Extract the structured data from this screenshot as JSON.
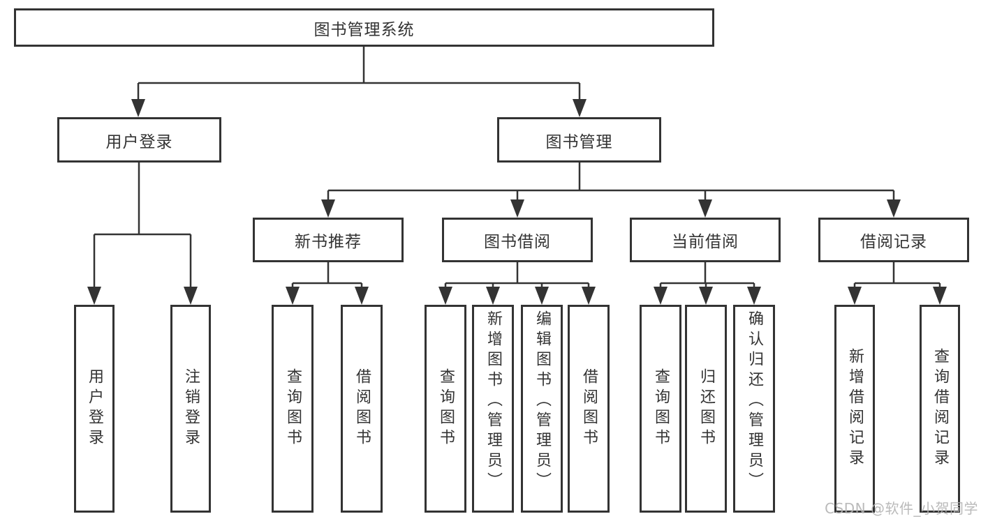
{
  "diagram": {
    "root": {
      "label": "图书管理系统"
    },
    "user_login": {
      "label": "用户登录",
      "children": {
        "login": "用户登录",
        "logout": "注销登录"
      }
    },
    "book_mgmt": {
      "label": "图书管理"
    },
    "new_book": {
      "label": "新书推荐",
      "children": {
        "query": "查询图书",
        "borrow": "借阅图书"
      }
    },
    "borrow": {
      "label": "图书借阅",
      "children": {
        "query": "查询图书",
        "add": "新增图书（管理员）",
        "edit": "编辑图书（管理员）",
        "borrow": "借阅图书"
      }
    },
    "current": {
      "label": "当前借阅",
      "children": {
        "query": "查询图书",
        "return": "归还图书",
        "confirm": "确认归还（管理员）"
      }
    },
    "records": {
      "label": "借阅记录",
      "children": {
        "add": "新增借阅记录",
        "query": "查询借阅记录"
      }
    }
  },
  "watermark": {
    "text": "CSDN @软件_小贺同学"
  },
  "colors": {
    "line": "#333333",
    "box_background": "#ffffff",
    "watermark": "#b3b3b3"
  }
}
